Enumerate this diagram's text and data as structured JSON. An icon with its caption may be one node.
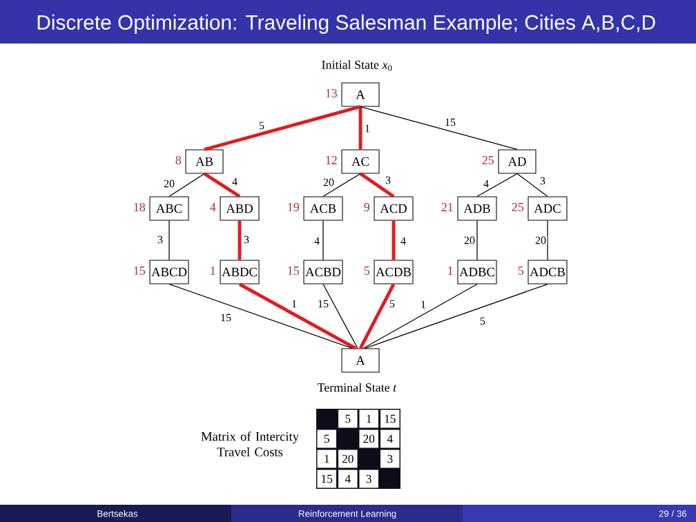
{
  "diagram": {
    "title": "Discrete Optimization: Traveling Salesman Example; Cities A,B,C,D",
    "nodes": [
      {
        "text": [
          "A"
        ],
        "beside": [
          "13",
          "Initial State *x*$_{0}$"
        ]
      },
      {
        "text": [
          "AB"
        ],
        "beside": [
          "8"
        ]
      },
      {
        "text": [
          "AC"
        ],
        "beside": [
          "12"
        ]
      },
      {
        "text": [
          "AD"
        ],
        "beside": [
          "25"
        ]
      },
      {
        "text": [
          "ABC"
        ],
        "beside": [
          "18"
        ]
      },
      {
        "text": [
          "ABD"
        ],
        "beside": [
          "4"
        ]
      },
      {
        "text": [
          "ACB"
        ],
        "beside": [
          "19"
        ]
      },
      {
        "text": [
          "ACD"
        ],
        "beside": [
          "9"
        ]
      },
      {
        "text": [
          "ADB"
        ],
        "beside": [
          "21"
        ]
      },
      {
        "text": [
          "ADC"
        ],
        "beside": [
          "25"
        ]
      },
      {
        "text": [
          "ABCD"
        ],
        "beside": [
          "15"
        ]
      },
      {
        "text": [
          "ABDC"
        ],
        "beside": [
          "1"
        ]
      },
      {
        "text": [
          "ACBD"
        ],
        "beside": [
          "15"
        ]
      },
      {
        "text": [
          "ACDB"
        ],
        "beside": [
          "5"
        ]
      },
      {
        "text": [
          "ADBC"
        ],
        "beside": [
          "1"
        ]
      },
      {
        "text": [
          "ADCB"
        ],
        "beside": [
          "5"
        ]
      },
      {
        "text": [
          "A"
        ],
        "beside": [
          "Terminal State *t*"
        ]
      }
    ],
    "edges": [
      {
        "from": 0,
        "to": 1,
        "arrow": "none",
        "label": "5",
        "style": "thick",
        "color": "#e31a1c"
      },
      {
        "from": 0,
        "to": 2,
        "arrow": "none",
        "label": "1",
        "style": "thick",
        "color": "#e31a1c"
      },
      {
        "from": 0,
        "to": 3,
        "arrow": "none",
        "label": "15"
      },
      {
        "from": 1,
        "to": 4,
        "arrow": "none",
        "label": "20"
      },
      {
        "from": 1,
        "to": 5,
        "arrow": "none",
        "label": "4",
        "style": "thick",
        "color": "#e31a1c"
      },
      {
        "from": 2,
        "to": 6,
        "arrow": "none",
        "label": "20"
      },
      {
        "from": 2,
        "to": 7,
        "arrow": "none",
        "label": "3",
        "style": "thick",
        "color": "#e31a1c"
      },
      {
        "from": 3,
        "to": 8,
        "arrow": "none",
        "label": "4"
      },
      {
        "from": 3,
        "to": 9,
        "arrow": "none",
        "label": "3"
      },
      {
        "from": 4,
        "to": 10,
        "arrow": "none",
        "label": "3"
      },
      {
        "from": 5,
        "to": 11,
        "arrow": "none",
        "label": "3",
        "style": "thick",
        "color": "#e31a1c"
      },
      {
        "from": 6,
        "to": 12,
        "arrow": "none",
        "label": "4"
      },
      {
        "from": 7,
        "to": 13,
        "arrow": "none",
        "label": "4",
        "style": "thick",
        "color": "#e31a1c"
      },
      {
        "from": 8,
        "to": 14,
        "arrow": "none",
        "label": "20"
      },
      {
        "from": 9,
        "to": 15,
        "arrow": "none",
        "label": "20"
      },
      {
        "from": 10,
        "to": 16,
        "arrow": "none",
        "label": "15"
      },
      {
        "from": 11,
        "to": 16,
        "arrow": "none",
        "label": "1",
        "style": "thick",
        "color": "#e31a1c"
      },
      {
        "from": 12,
        "to": 16,
        "arrow": "none",
        "label": "15"
      },
      {
        "from": 13,
        "to": 16,
        "arrow": "none",
        "label": "5",
        "style": "thick",
        "color": "#e31a1c"
      },
      {
        "from": 14,
        "to": 16,
        "arrow": "none",
        "label": "1"
      },
      {
        "from": 15,
        "to": 16,
        "arrow": "none",
        "label": "5"
      }
    ],
    "labels": [
      "Matrix of Intercity Travel Costs",
      "5",
      "1",
      "15",
      "5",
      "20",
      "4",
      "1",
      "20",
      "3",
      "15",
      "4",
      "3",
      "Bertsekas",
      "Reinforcement Learning",
      "29 / 36"
    ]
  }
}
